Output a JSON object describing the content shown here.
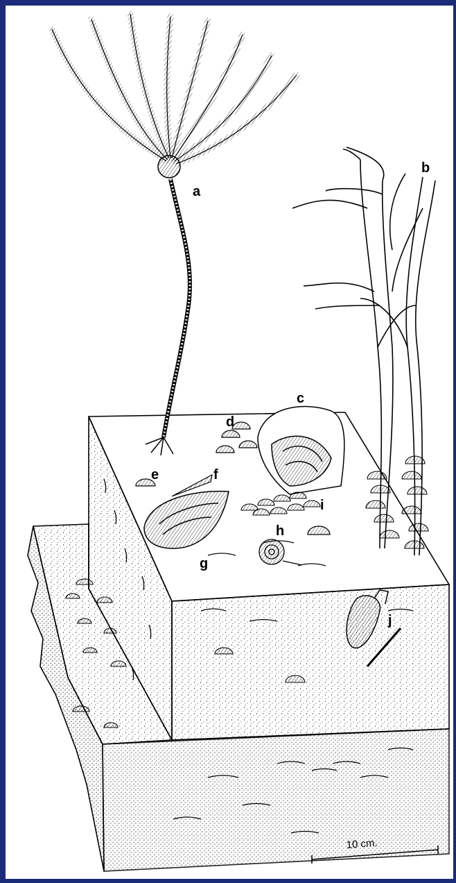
{
  "labels": {
    "a": "a",
    "b": "b",
    "c": "c",
    "d": "d",
    "e": "e",
    "f": "f",
    "g": "g",
    "h": "h",
    "i": "i",
    "j": "j"
  },
  "scale_bar": {
    "text": "10 cm."
  },
  "colors": {
    "border": "#1c2b78",
    "paper": "#ffffff",
    "ink": "#000000"
  }
}
